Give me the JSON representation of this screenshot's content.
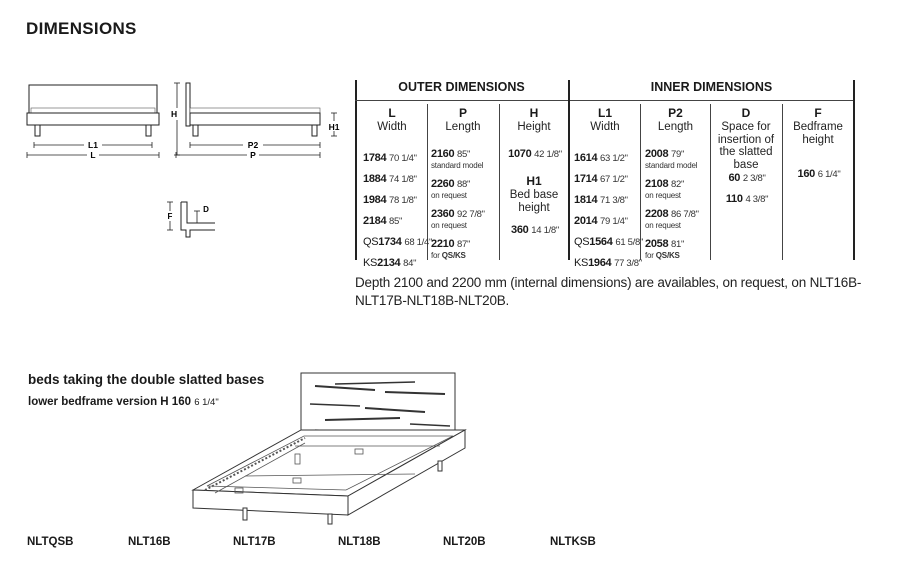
{
  "title": "DIMENSIONS",
  "diagram_labels": {
    "l1": "L1",
    "l": "L",
    "h": "H",
    "p2": "P2",
    "p": "P",
    "h1": "H1",
    "f": "F",
    "d": "D"
  },
  "table": {
    "outer_header": "OUTER DIMENSIONS",
    "inner_header": "INNER DIMENSIONS",
    "columns": [
      {
        "letter": "L",
        "label": "Width"
      },
      {
        "letter": "P",
        "label": "Length"
      },
      {
        "letter": "H",
        "label": "Height"
      },
      {
        "letter": "L1",
        "label": "Width"
      },
      {
        "letter": "P2",
        "label": "Length"
      },
      {
        "letter": "D",
        "label": "Space for insertion of the slatted base"
      },
      {
        "letter": "F",
        "label": "Bedframe height"
      }
    ],
    "l_values": [
      {
        "pre": "",
        "mm": "1784",
        "in": "70 1/4\""
      },
      {
        "pre": "",
        "mm": "1884",
        "in": "74 1/8\""
      },
      {
        "pre": "",
        "mm": "1984",
        "in": "78 1/8\""
      },
      {
        "pre": "",
        "mm": "2184",
        "in": "85\""
      },
      {
        "pre": "QS",
        "mm": "1734",
        "in": "68 1/4\""
      },
      {
        "pre": "KS",
        "mm": "2134",
        "in": "84\""
      }
    ],
    "p_values": [
      {
        "mm": "2160",
        "in": "85\"",
        "note": "standard model"
      },
      {
        "mm": "2260",
        "in": "88\"",
        "note": "on request"
      },
      {
        "mm": "2360",
        "in": "92 7/8\"",
        "note": "on request"
      },
      {
        "mm": "2210",
        "in": "87\"",
        "note_pre": "for",
        "note_bold": "QS/KS"
      }
    ],
    "h_value": {
      "mm": "1070",
      "in": "42 1/8\""
    },
    "h1": {
      "letter": "H1",
      "label": "Bed base height",
      "mm": "360",
      "in": "14 1/8\""
    },
    "l1_values": [
      {
        "pre": "",
        "mm": "1614",
        "in": "63 1/2\""
      },
      {
        "pre": "",
        "mm": "1714",
        "in": "67 1/2\""
      },
      {
        "pre": "",
        "mm": "1814",
        "in": "71 3/8\""
      },
      {
        "pre": "",
        "mm": "2014",
        "in": "79 1/4\""
      },
      {
        "pre": "QS",
        "mm": "1564",
        "in": "61 5/8\""
      },
      {
        "pre": "KS",
        "mm": "1964",
        "in": "77 3/8\""
      }
    ],
    "p2_values": [
      {
        "mm": "2008",
        "in": "79\"",
        "note": "standard model"
      },
      {
        "mm": "2108",
        "in": "82\"",
        "note": "on request"
      },
      {
        "mm": "2208",
        "in": "86 7/8\"",
        "note": "on request"
      },
      {
        "mm": "2058",
        "in": "81\"",
        "note_pre": "for",
        "note_bold": "QS/KS"
      }
    ],
    "d_values": [
      {
        "mm": "60",
        "in": "2 3/8\""
      },
      {
        "mm": "110",
        "in": "4 3/8\""
      }
    ],
    "f_value": {
      "mm": "160",
      "in": "6 1/4\""
    }
  },
  "depth_note": "Depth 2100 and 2200 mm  (internal dimensions) are availables, on request, on NLT16B-NLT17B-NLT18B-NLT20B.",
  "double_slatted": {
    "title": "beds taking the double slatted bases",
    "lower_text": "lower bedframe version H 160",
    "lower_inch": "6 1/4\""
  },
  "models": [
    "NLTQSB",
    "NLT16B",
    "NLT17B",
    "NLT18B",
    "NLT20B",
    "NLTKSB"
  ]
}
